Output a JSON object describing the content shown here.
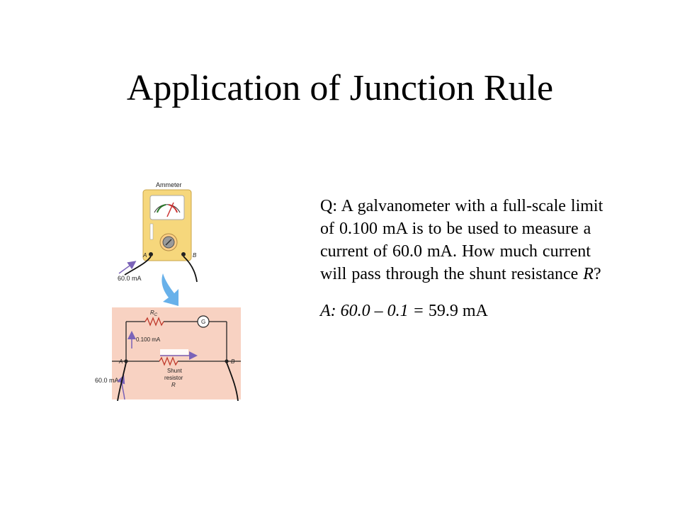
{
  "slide": {
    "title": "Application of Junction Rule"
  },
  "figure": {
    "ammeter_label": "Ammeter",
    "terminal_a": "A",
    "terminal_b": "B",
    "input_current": "60.0 mA",
    "rc_label": "R",
    "rc_sub": "C",
    "galvanometer_label": "G",
    "galvanometer_current": "0.100 mA",
    "node_a": "A",
    "node_b": "B",
    "circuit_input_current": "60.0 mA",
    "shunt_line1": "Shunt",
    "shunt_line2": "resistor",
    "shunt_symbol": "R"
  },
  "question": {
    "text": "Q: A galvanometer with a full-scale limit of 0.100 mA is to be used to measure a current of 60.0 mA. How much current will pass through the shunt resistance ",
    "variable": "R",
    "end": "?"
  },
  "answer": {
    "prefix": "A: 60.0 – 0.1 = ",
    "result": "59.9 mA"
  },
  "colors": {
    "ammeter_body": "#f6d77c",
    "circuit_bg": "#f8d2c2",
    "arrow": "#7b63b8",
    "down_arrow": "#4ea3e6"
  }
}
